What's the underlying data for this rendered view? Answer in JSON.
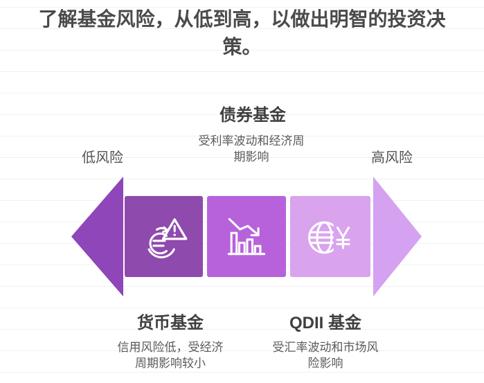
{
  "title": "了解基金风险，从低到高，以做出明智的投资决策。",
  "risk_scale": {
    "low_label": "低风险",
    "high_label": "高风险"
  },
  "funds": {
    "money": {
      "name": "货币基金",
      "description": "信用风险低，受经济周期影响较小",
      "icon": "currency-risk-icon"
    },
    "bond": {
      "name": "债券基金",
      "description": "受利率波动和经济周期影响",
      "icon": "declining-chart-icon"
    },
    "qdii": {
      "name": "QDII 基金",
      "description": "受汇率波动和市场风险影响",
      "icon": "globe-currency-icon"
    }
  },
  "colors": {
    "left_arrow": "#8E46B8",
    "money_square": "#8E4AAD",
    "bond_square": "#B762DA",
    "qdii_square": "#D9A3EE",
    "right_arrow": "#D4A2F0",
    "icon_stroke": "#FFFFFF",
    "title_text": "#4A4A4A",
    "heading_text": "#3F3F3F",
    "body_text": "#5A5A5A",
    "gridline": "#F1F1F1"
  }
}
